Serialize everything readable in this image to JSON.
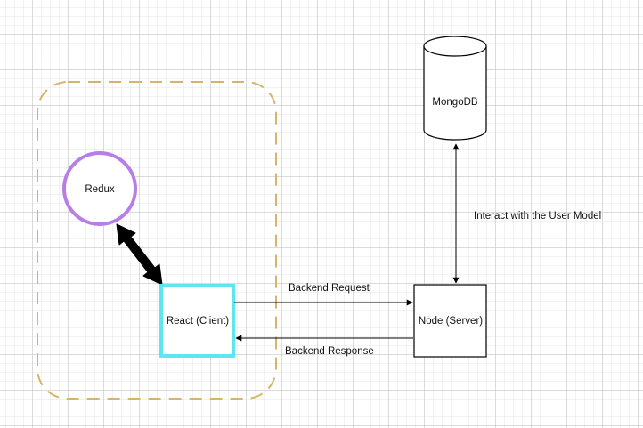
{
  "nodes": {
    "mongodb": {
      "label": "MongoDB",
      "shape": "cylinder"
    },
    "redux": {
      "label": "Redux",
      "shape": "circle",
      "stroke_color": "#b77ee8"
    },
    "react": {
      "label": "React (Client)",
      "shape": "rectangle",
      "stroke_color": "#5ee5f0"
    },
    "node": {
      "label": "Node (Server)",
      "shape": "rectangle"
    }
  },
  "group": {
    "shape": "dashed-rounded-rectangle",
    "stroke_color": "#d8b46a"
  },
  "edges": {
    "backend_request": {
      "label": "Backend Request",
      "from": "React (Client)",
      "to": "Node (Server)"
    },
    "backend_response": {
      "label": "Backend Response",
      "from": "Node (Server)",
      "to": "React (Client)"
    },
    "user_model": {
      "label": "Interact with the User Model",
      "between": [
        "MongoDB",
        "Node (Server)"
      ]
    },
    "redux_react": {
      "between": [
        "Redux",
        "React (Client)"
      ],
      "style": "thick-bidirectional"
    }
  }
}
